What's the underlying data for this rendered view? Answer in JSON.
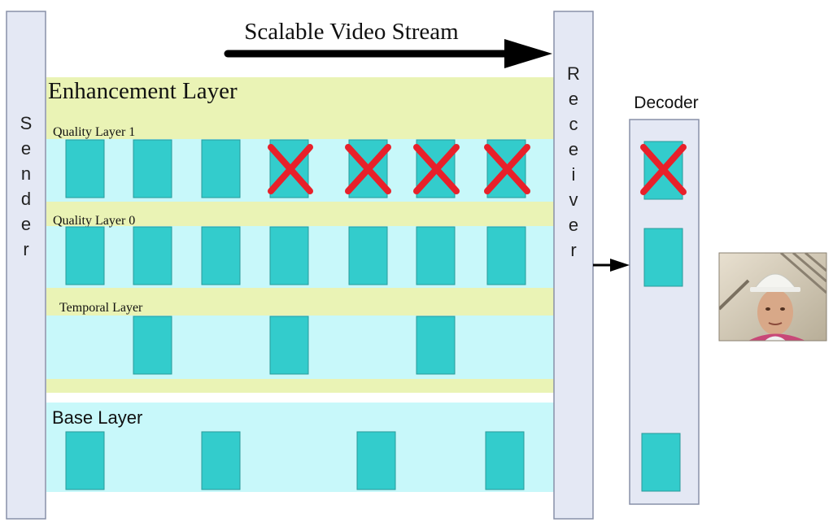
{
  "diagram": {
    "stream_label": "Scalable Video Stream",
    "sender_label": "Sender",
    "receiver_label": "Receiver",
    "decoder_label": "Decoder",
    "enhancement_layer_label": "Enhancement Layer",
    "quality_layer_1_label": "Quality Layer 1",
    "quality_layer_0_label": "Quality Layer 0",
    "temporal_layer_label": "Temporal Layer",
    "base_layer_label": "Base Layer"
  },
  "colors": {
    "frame_fill": "#33cccc",
    "frame_stroke": "#2a9a9a",
    "yellow_band": "#eaf3b5",
    "cyan_band": "#c8f8fa",
    "side_bar": "#e4e8f4",
    "side_bar_stroke": "#8890a8",
    "drop_mark": "#e8202a",
    "arrow": "#000000"
  },
  "icons": {
    "drop_mark": "x-cross-icon",
    "output_image": "decoded-video-frame-photo"
  }
}
